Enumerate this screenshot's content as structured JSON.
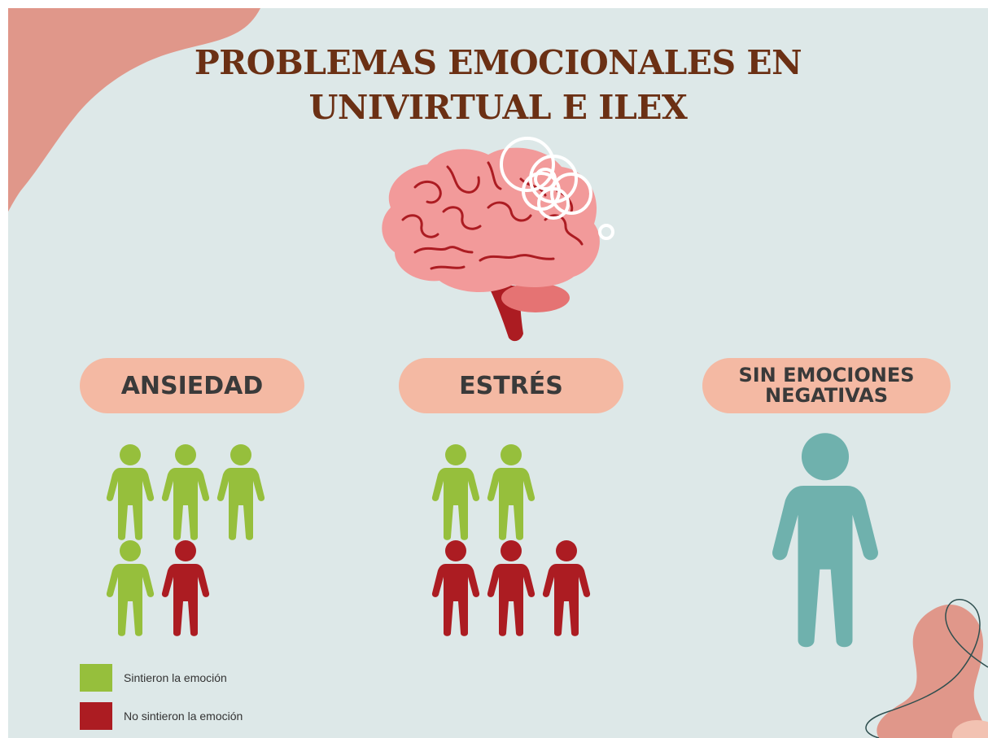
{
  "title": {
    "line1": "PROBLEMAS EMOCIONALES EN",
    "line2": "UNIVIRTUAL E ILEX"
  },
  "colors": {
    "background": "#dde8e8",
    "title": "#6b3014",
    "pill": "#f4b9a3",
    "felt": "#96bf3c",
    "not_felt": "#ac1c22",
    "neutral": "#6fb1ad",
    "blob": "#e0978a"
  },
  "icons": {
    "brain": "brain-icon",
    "thought": "thought-bubble-icon",
    "person": "person-icon"
  },
  "categories": [
    {
      "label_lines": [
        "ANSIEDAD"
      ],
      "felt": 4,
      "not_felt": 1
    },
    {
      "label_lines": [
        "ESTRÉS"
      ],
      "felt": 2,
      "not_felt": 3
    },
    {
      "label_lines": [
        "SIN EMOCIONES",
        "NEGATIVAS"
      ],
      "count": 1
    }
  ],
  "legend": [
    {
      "label": "Sintieron la emoción",
      "color": "#96bf3c"
    },
    {
      "label": "No sintieron la emoción",
      "color": "#ac1c22"
    }
  ]
}
